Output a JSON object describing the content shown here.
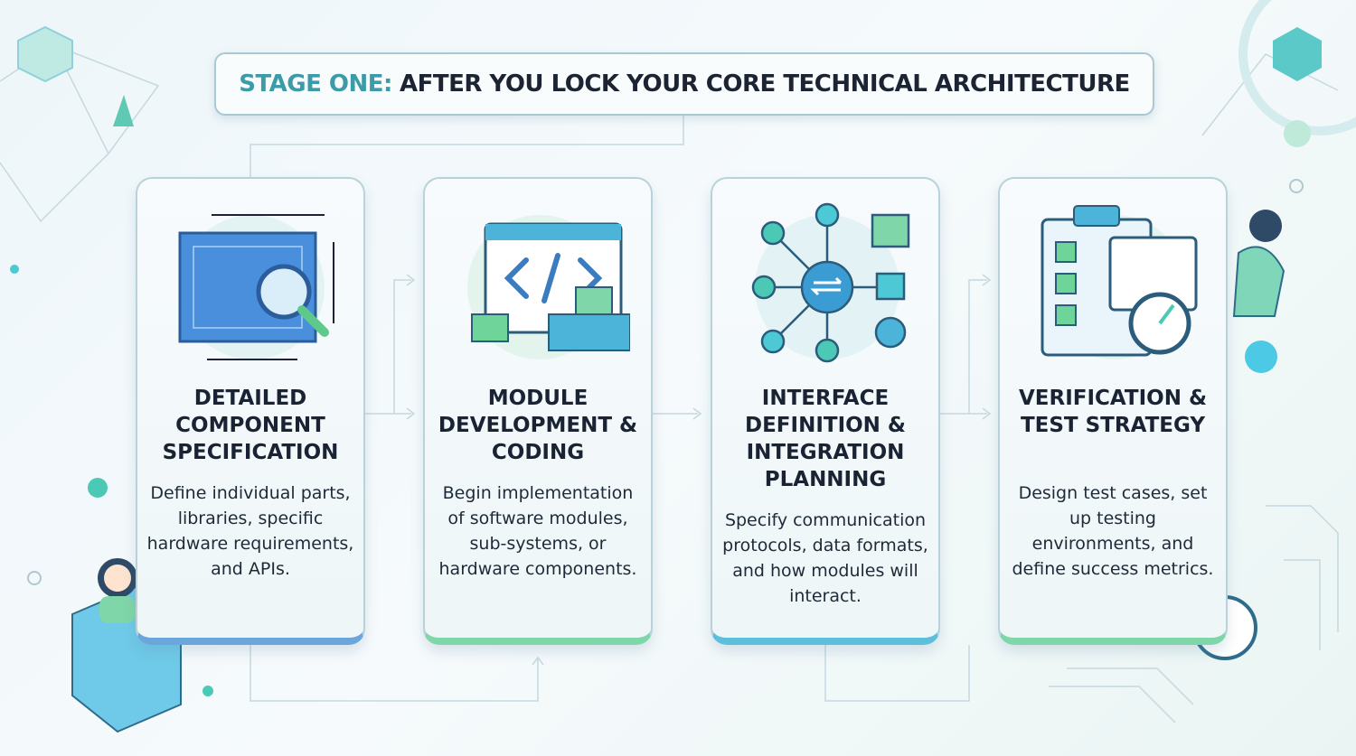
{
  "header": {
    "highlight": "STAGE ONE:",
    "title": "AFTER YOU LOCK YOUR CORE TECHNICAL ARCHITECTURE"
  },
  "steps": [
    {
      "title": "DETAILED COMPONENT SPECIFICATION",
      "description": "Define individual parts, libraries, specific hardware requirements, and APIs.",
      "icon": "blueprint-magnifier-icon"
    },
    {
      "title": "MODULE DEVELOPMENT & CODING",
      "description": "Begin implementation of software modules, sub-systems, or hardware components.",
      "icon": "code-window-blocks-icon"
    },
    {
      "title": "INTERFACE DEFINITION & INTEGRATION PLANNING",
      "description": "Specify communication protocols, data formats, and how modules will interact.",
      "icon": "network-hub-icon"
    },
    {
      "title": "VERIFICATION & TEST STRATEGY",
      "description": "Design test cases, set up testing environments, and define success metrics.",
      "icon": "checklist-stopwatch-icon"
    }
  ],
  "colors": {
    "accent": "#3b9ba8",
    "text": "#1c2433",
    "blue": "#6aa6dc",
    "green": "#7fd6a8"
  }
}
